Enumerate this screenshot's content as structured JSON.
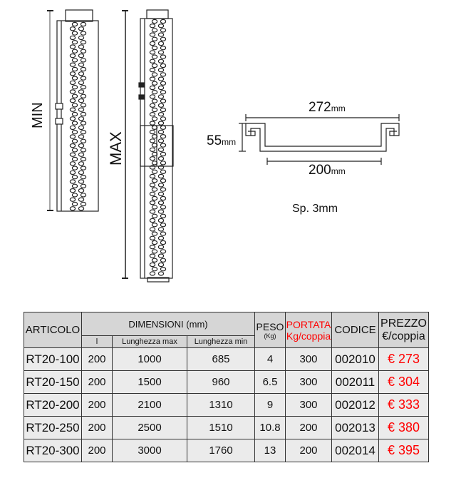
{
  "drawing": {
    "min_label": "MIN",
    "max_label": "MAX",
    "width_top": "272",
    "width_bottom": "200",
    "height": "55",
    "unit": "mm",
    "thickness": "Sp. 3mm"
  },
  "table": {
    "headers": {
      "articolo": "ARTICOLO",
      "dimensioni": "DIMENSIONI (mm)",
      "l": "l",
      "lmax": "Lunghezza max",
      "lmin": "Lunghezza min",
      "peso": "PESO",
      "peso_unit": "(Kg)",
      "portata": "PORTATA",
      "portata_unit": "Kg/coppia",
      "codice": "CODICE",
      "prezzo": "PREZZO",
      "prezzo_unit": "€/coppia"
    },
    "rows": [
      {
        "articolo": "RT20-100",
        "l": "200",
        "lmax": "1000",
        "lmin": "685",
        "peso": "4",
        "portata": "300",
        "codice": "002010",
        "prezzo": "€ 273"
      },
      {
        "articolo": "RT20-150",
        "l": "200",
        "lmax": "1500",
        "lmin": "960",
        "peso": "6.5",
        "portata": "300",
        "codice": "002011",
        "prezzo": "€ 304"
      },
      {
        "articolo": "RT20-200",
        "l": "200",
        "lmax": "2100",
        "lmin": "1310",
        "peso": "9",
        "portata": "300",
        "codice": "002012",
        "prezzo": "€ 333"
      },
      {
        "articolo": "RT20-250",
        "l": "200",
        "lmax": "2500",
        "lmin": "1510",
        "peso": "10.8",
        "portata": "200",
        "codice": "002013",
        "prezzo": "€ 380"
      },
      {
        "articolo": "RT20-300",
        "l": "200",
        "lmax": "3000",
        "lmin": "1760",
        "peso": "13",
        "portata": "200",
        "codice": "002014",
        "prezzo": "€ 395"
      }
    ]
  },
  "colors": {
    "accent": "#ff0000",
    "header_bg": "#d6d6d6",
    "row_bg": "#ebebeb"
  }
}
